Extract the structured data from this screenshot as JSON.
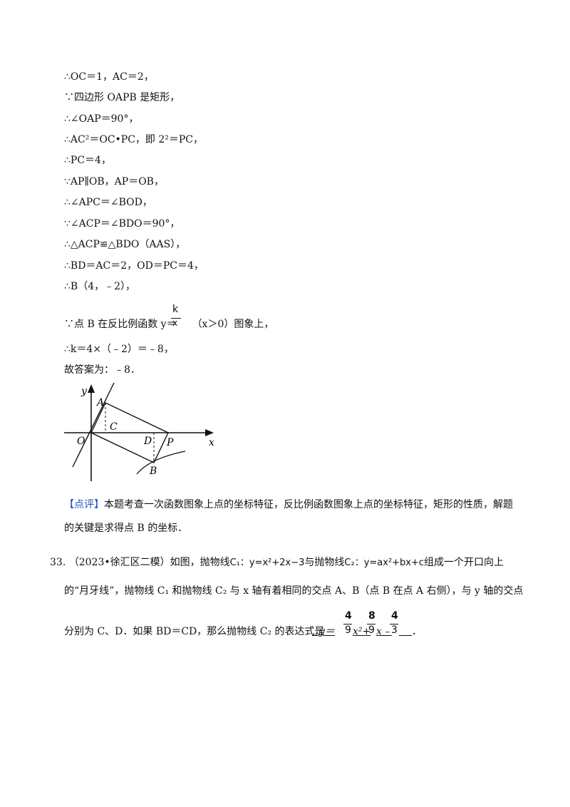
{
  "solution_lines": [
    "∴OC＝1，AC＝2，",
    "∵四边形 OAPB 是矩形，",
    "∴∠OAP＝90°，",
    "∴AC²＝OC•PC，即 2²＝PC，",
    "∴PC＝4，",
    "∵AP∥OB，AP＝OB，",
    "∴∠APC＝∠BOD，",
    "∵∠ACP＝∠BDO＝90°，",
    "∴△ACP≌△BDO（AAS），",
    "∴BD＝AC＝2，OD＝PC＝4，",
    "∴B（4，﹣2），"
  ],
  "inverse_line": {
    "before": "∵点 B 在反比例函数 y＝",
    "num": "k",
    "den": "x",
    "after": "（x＞0）图象上，"
  },
  "k_line": "∴k＝4×（﹣2）＝﹣8，",
  "answer_line": "故答案为：﹣8．",
  "figure": {
    "labels": {
      "y": "y",
      "x": "x",
      "O": "O",
      "A": "A",
      "C": "C",
      "D": "D",
      "P": "P",
      "B": "B"
    }
  },
  "note": {
    "tag": "【点评】",
    "text1": "本题考查一次函数图象上点的坐标特征，反比例函数图象上点的坐标特征，矩形的性质，解题",
    "text2": "的关键是求得点 B 的坐标．"
  },
  "problem": {
    "number": "33.",
    "source": "（2023•徐汇区二模）如图，抛物线",
    "c1": "C₁：y=x²+2x−3",
    "mid": "与抛物线",
    "c2": "C₂：y=ax²+bx+c",
    "tail": "组成一个开口向上",
    "line2": "的“月牙线”，抛物线 C₁ 和抛物线 C₂ 与 x 轴有着相同的交点 A、B（点 B 在点 A 右侧），与 y 轴的交点",
    "line3": "分别为 C、D．如果 BD＝CD，那么抛物线 C₂ 的表达式是",
    "answer": {
      "prefix": "y＝",
      "f1_num": "4",
      "f1_den": "9",
      "t1": "x²+",
      "f2_num": "8",
      "f2_den": "9",
      "t2": "x﹣",
      "f3_num": "4",
      "f3_den": "3",
      "end": "．"
    }
  }
}
